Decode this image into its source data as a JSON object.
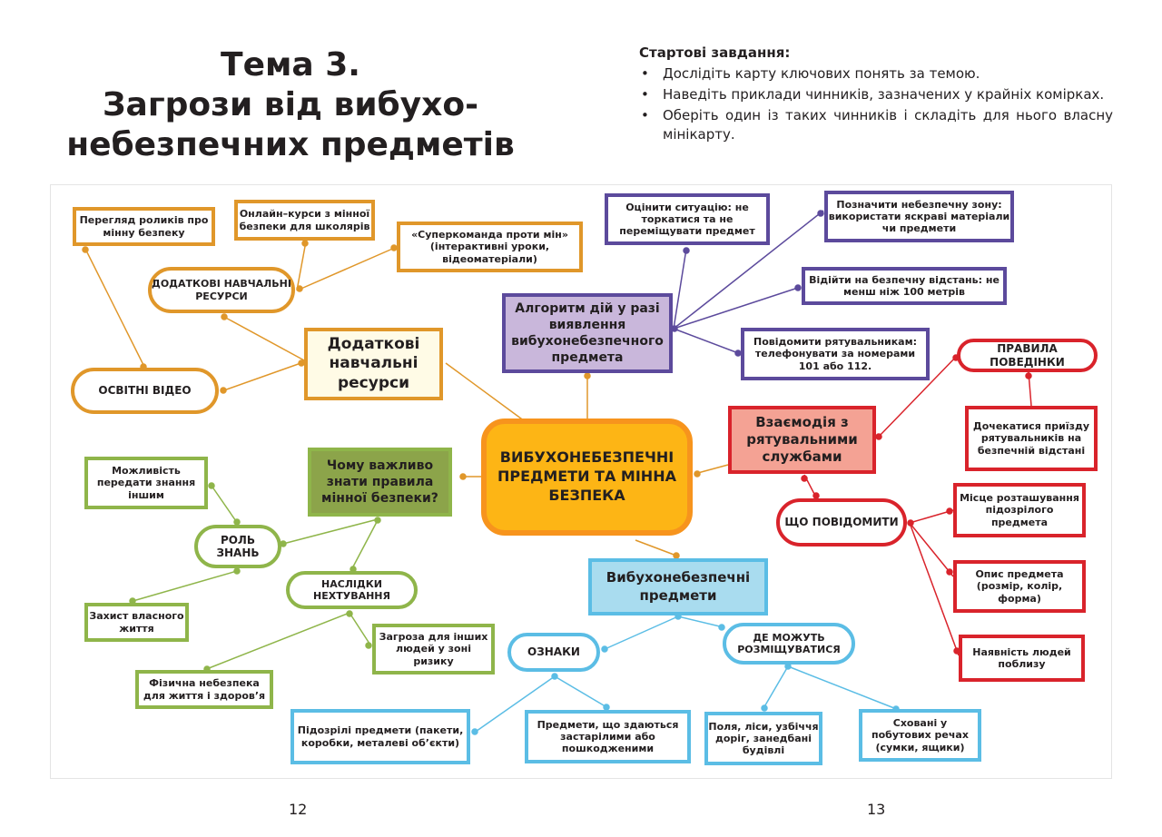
{
  "title": {
    "line1": "Тема 3.",
    "line2": "Загрози від вибухо-",
    "line3": "небезпечних предметів"
  },
  "tasks": {
    "header": "Стартові завдання:",
    "items": [
      "Дослідіть карту ключових понять за темою.",
      "Наведіть приклади чинників, зазначених у крайніх комірках.",
      "Оберіть один із таких чинників і складіть для нього власну мінікарту."
    ]
  },
  "map": {
    "center": "ВИБУХОНЕБЕЗПЕЧНІ ПРЕДМЕТИ ТА МІННА БЕЗПЕКА",
    "resources": {
      "main": "Додаткові навчальні ресурси",
      "sub": "ДОДАТКОВІ НАВЧАЛЬНІ РЕСУРСИ",
      "leaf_videos_view": "Перегляд роликів про мінну безпеку",
      "leaf_courses": "Онлайн–курси з мінної безпеки для школярів",
      "leaf_superteam": "«Суперкоманда проти мін» (інтерактивні уроки, відеоматеріали)",
      "edu_video": "ОСВІТНІ ВІДЕО"
    },
    "algorithm": {
      "main": "Алгоритм дій у разі виявлення вибухонебезпечного предмета",
      "step_assess": "Оцінити ситуацію: не торкатися та не переміщувати предмет",
      "step_mark": "Позначити небезпечну зону: використати яскраві матеріали чи предмети",
      "step_distance": "Відійти на безпечну відстань: не менш ніж 100 метрів",
      "step_report": "Повідомити рятувальникам: телефонувати за номерами 101 або 112."
    },
    "rescue": {
      "main": "Взаємодія з рятувальними службами",
      "rules": "ПРАВИЛА ПОВЕДІНКИ",
      "wait": "Дочекатися приїзду рятувальників на безпечній відстані",
      "what_report": "ЩО ПОВІДОМИТИ",
      "location": "Місце розташування підозрілого предмета",
      "description": "Опис предмета (розмір, колір, форма)",
      "people": "Наявність людей поблизу"
    },
    "importance": {
      "main": "Чому важливо знати правила мінної безпеки?",
      "role": "РОЛЬ ЗНАНЬ",
      "share": "Можливість передати знання іншим",
      "protect": "Захист власного життя",
      "neglect": "НАСЛІДКИ НЕХТУВАННЯ",
      "threat_others": "Загроза для інших людей у зоні ризику",
      "phys_danger": "Фізична небезпека для життя і здоров’я"
    },
    "objects": {
      "main": "Вибухонебезпечні предмети",
      "signs": "ОЗНАКИ",
      "where": "ДЕ МОЖУТЬ РОЗМІЩУВАТИСЯ",
      "suspicious": "Підозрілі предмети (пакети, коробки, металеві об’єкти)",
      "old": "Предмети, що здаються застарілими або пошкодженими",
      "fields": "Поля, ліси, узбіччя доріг, занедбані будівлі",
      "hidden": "Сховані у побутових речах (сумки, ящики)"
    }
  },
  "pages": {
    "left": "12",
    "right": "13"
  },
  "colors": {
    "yellow_branch": "#e0972a",
    "purple_branch": "#5c4a9c",
    "red_branch": "#d9232b",
    "green_branch": "#8fb54a",
    "blue_branch": "#5bbde5",
    "center_fill": "#fdb515",
    "center_border": "#f7941d"
  }
}
